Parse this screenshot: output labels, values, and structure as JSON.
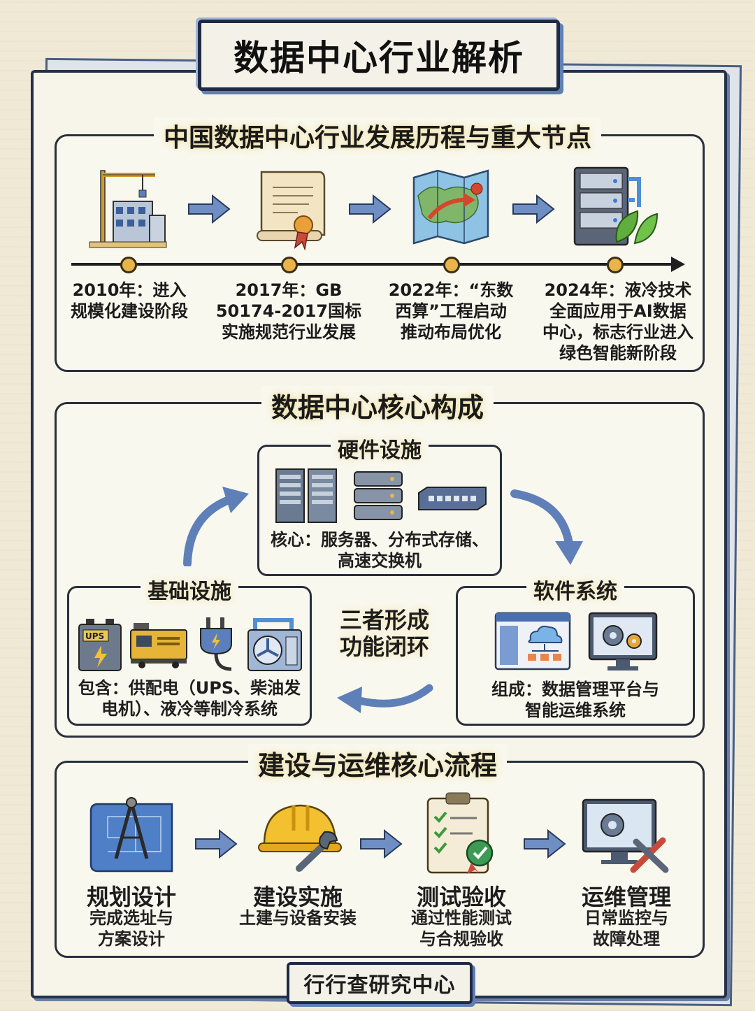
{
  "title": "数据中心行业解析",
  "timeline": {
    "heading": "中国数据中心行业发展历程与重大节点",
    "milestones": [
      {
        "icon": "construction-crane-icon",
        "text": "2010年：进入\n规模化建设阶段"
      },
      {
        "icon": "certificate-scroll-icon",
        "text": "2017年：GB\n50174-2017国标\n实施规范行业发展"
      },
      {
        "icon": "map-route-icon",
        "text": "2022年：“东数\n西算”工程启动\n推动布局优化"
      },
      {
        "icon": "server-rack-leaf-icon",
        "text": "2024年：液冷技术\n全面应用于AI数据\n中心，标志行业进入\n绿色智能新阶段"
      }
    ]
  },
  "composition": {
    "heading": "数据中心核心构成",
    "hardware": {
      "title": "硬件设施",
      "desc": "核心：服务器、分布式存储、\n高速交换机"
    },
    "infrastructure": {
      "title": "基础设施",
      "desc": "包含：供配电（UPS、柴油发\n电机）、液冷等制冷系统",
      "ups_label": "UPS"
    },
    "software": {
      "title": "软件系统",
      "desc": "组成：数据管理平台与\n智能运维系统"
    },
    "center": "三者形成\n功能闭环"
  },
  "process": {
    "heading": "建设与运维核心流程",
    "steps": [
      {
        "icon": "blueprint-compass-icon",
        "title": "规划设计",
        "desc": "完成选址与\n方案设计"
      },
      {
        "icon": "hardhat-wrench-icon",
        "title": "建设实施",
        "desc": "土建与设备安装"
      },
      {
        "icon": "clipboard-check-icon",
        "title": "测试验收",
        "desc": "通过性能测试\n与合规验收"
      },
      {
        "icon": "monitor-tools-icon",
        "title": "运维管理",
        "desc": "日常监控与\n故障处理"
      }
    ]
  },
  "footer": "行行查研究中心"
}
